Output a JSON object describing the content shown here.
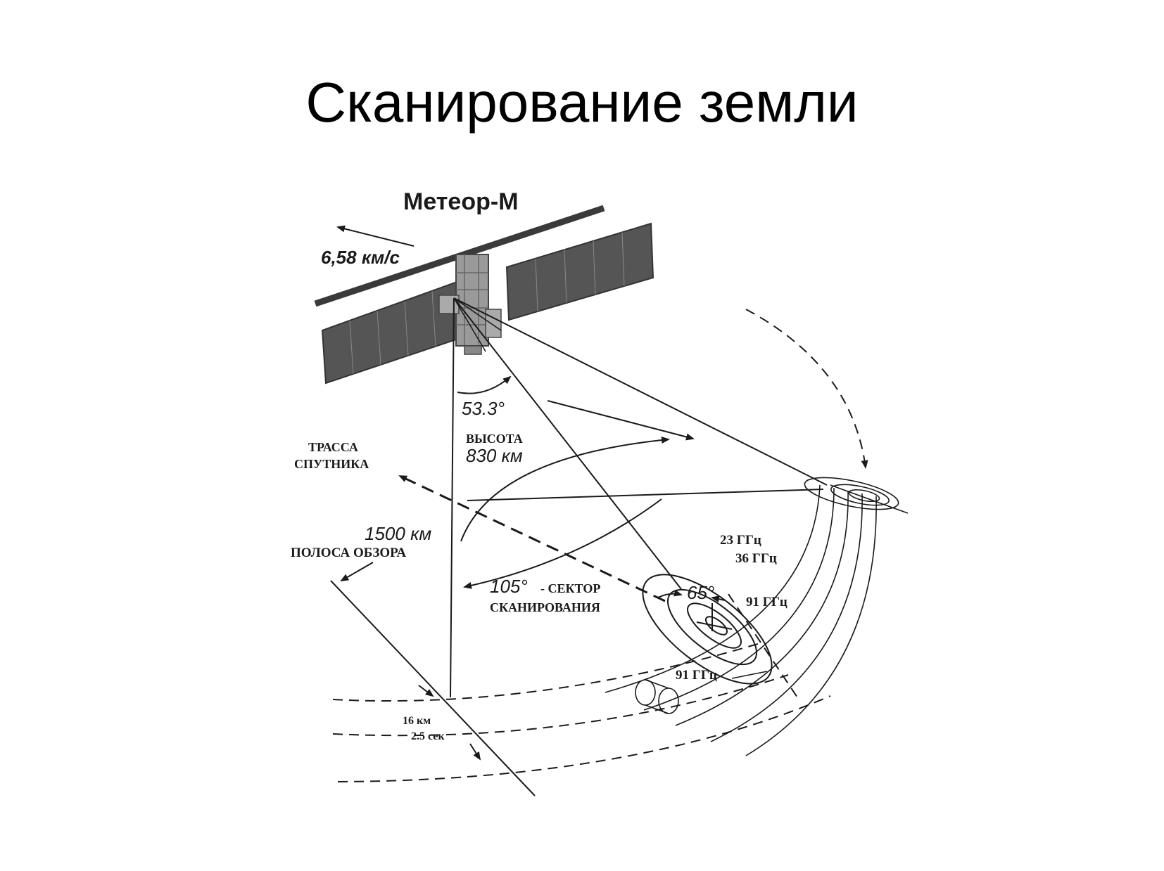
{
  "slide": {
    "title": "Сканирование земли"
  },
  "diagram": {
    "satellite_name": "Метеор-М",
    "velocity": "6,58 км/с",
    "angle_nadir": "53.3°",
    "altitude_title": "ВЫСОТА",
    "altitude_value": "830 км",
    "track_line1": "ТРАССА",
    "track_line2": "СПУТНИКА",
    "swath_value": "1500 км",
    "swath_title": "ПОЛОСА ОБЗОРА",
    "sector_angle": "105°",
    "sector_line1": "- СЕКТОР",
    "sector_line2": "СКАНИРОВАНИЯ",
    "incidence_angle": "65°",
    "freq_23": "23 ГГц",
    "freq_36": "36 ГГц",
    "freq_91_a": "91 ГГц",
    "freq_91_b": "91 ГГц",
    "step_distance": "16 км",
    "step_time": "2.5 сек"
  },
  "colors": {
    "ink": "#1a1a1a",
    "panel": "#555555",
    "background": "#ffffff"
  }
}
